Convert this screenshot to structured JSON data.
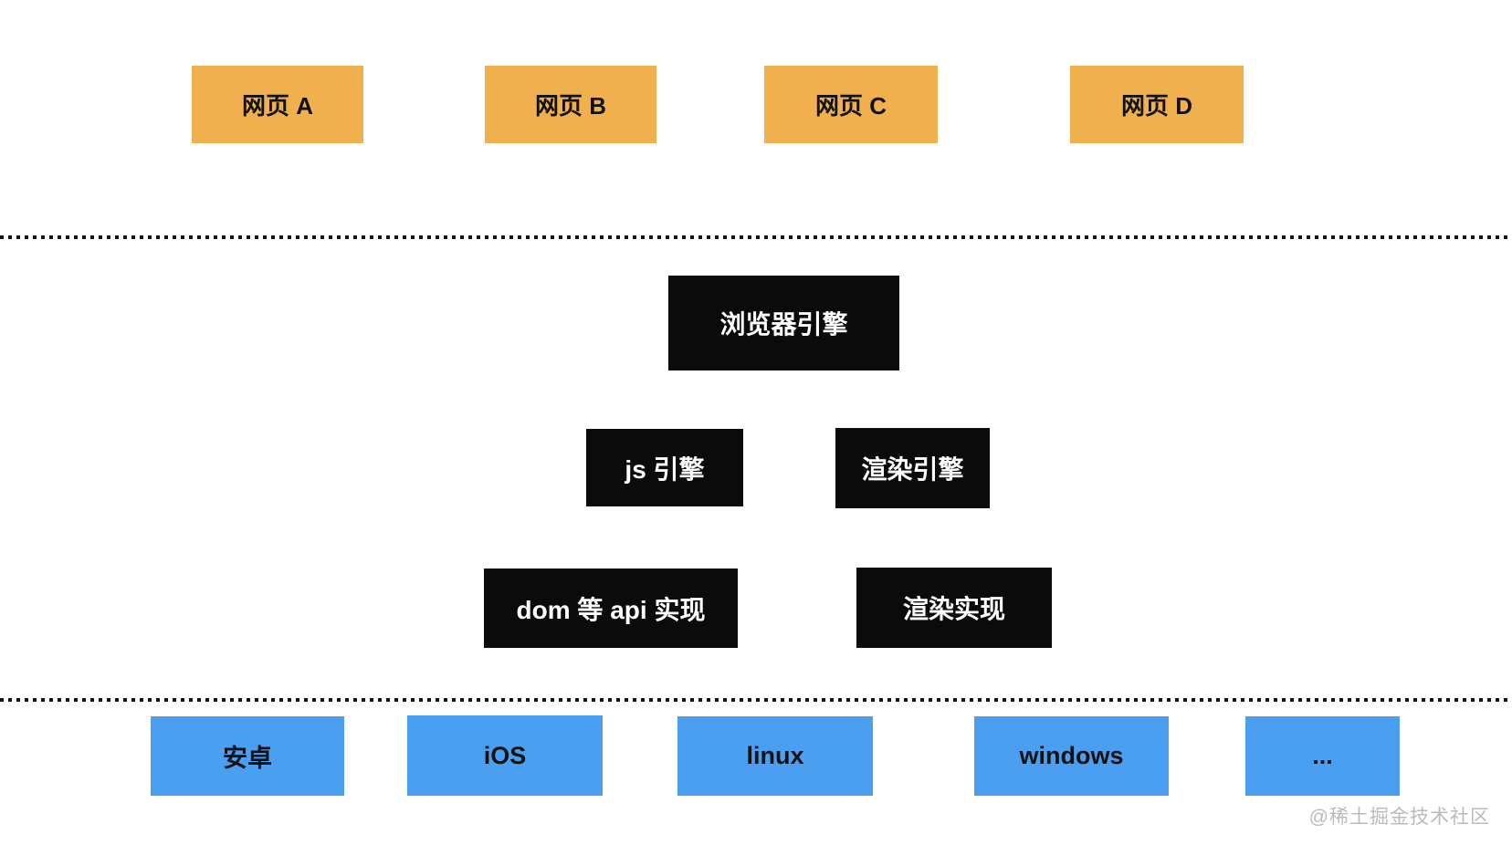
{
  "colors": {
    "webpage_fill": "#F0B04E",
    "webpage_text": "#111111",
    "engine_fill": "#0B0B0B",
    "engine_text": "#FFFFFF",
    "platform_fill": "#4A9FF0",
    "platform_text": "#111111",
    "dot": "#141414",
    "watermark": "#BBBBBB"
  },
  "layers": {
    "web_pages": [
      {
        "label": "网页 A"
      },
      {
        "label": "网页 B"
      },
      {
        "label": "网页 C"
      },
      {
        "label": "网页 D"
      }
    ],
    "browser_engine": {
      "label": "浏览器引擎"
    },
    "engines": [
      {
        "label": "js 引擎"
      },
      {
        "label": "渲染引擎"
      }
    ],
    "implementations": [
      {
        "label": "dom 等 api 实现"
      },
      {
        "label": "渲染实现"
      }
    ],
    "platforms": [
      {
        "label": "安卓"
      },
      {
        "label": "iOS"
      },
      {
        "label": "linux"
      },
      {
        "label": "windows"
      },
      {
        "label": "..."
      }
    ]
  },
  "watermark": {
    "text": "@稀土掘金技术社区"
  }
}
